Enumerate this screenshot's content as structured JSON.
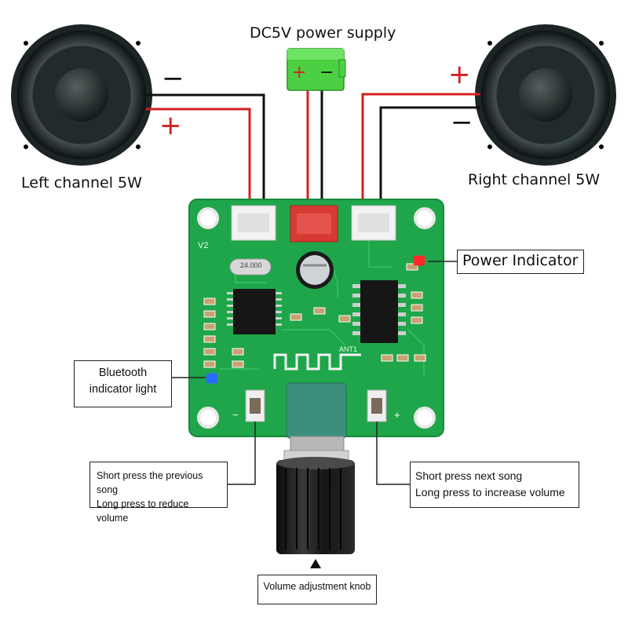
{
  "labels": {
    "power_supply": "DC5V power supply",
    "left_channel": "Left channel 5W",
    "right_channel": "Right channel 5W",
    "power_indicator": "Power Indicator",
    "bt_indicator_line1": "Bluetooth",
    "bt_indicator_line2": "indicator light",
    "prev_line1": "Short press the previous song",
    "prev_line2": "Long press to reduce volume",
    "next_line1": "Short press next song",
    "next_line2": "Long press to increase volume",
    "volume_knob": "Volume adjustment knob"
  },
  "signs": {
    "left_minus": "−",
    "left_plus": "+",
    "right_plus": "+",
    "right_minus": "−",
    "battery_plus": "+",
    "battery_minus": "−"
  },
  "board_text": {
    "version": "V2",
    "crystal": "24.000",
    "antenna": "ANT1",
    "btn_left_sign": "−",
    "btn_right_sign": "+"
  },
  "colors": {
    "pcb": "#1fa64a",
    "wire_red": "#d42020",
    "wire_black": "#111111",
    "battery_green": "#4cd043",
    "power_led": "#ff2a2a",
    "bt_led": "#2a6cff"
  }
}
